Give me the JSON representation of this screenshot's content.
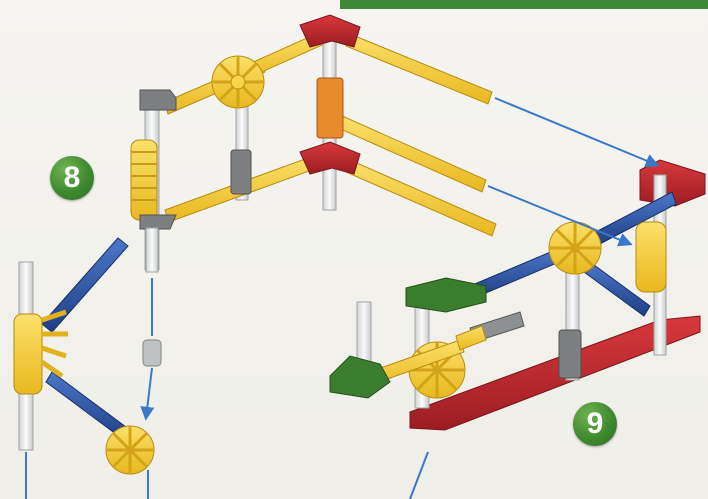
{
  "steps": [
    {
      "number": "8"
    },
    {
      "number": "9"
    }
  ],
  "colors": {
    "green_badge": "#3f8a2f",
    "yellow_rod": "#f2c62c",
    "blue_rod": "#2a4f9e",
    "red_connector": "#c0262c",
    "orange_connector": "#e8892a",
    "green_connector": "#3b7d2e",
    "gray_connector": "#7d7f80",
    "white_rod": "#e9eaea",
    "arrow": "#3a78c9"
  },
  "icons": [
    "yellow-gear-connector",
    "red-corner-connector",
    "green-connector",
    "gray-connector",
    "spacer",
    "direction-arrow"
  ]
}
